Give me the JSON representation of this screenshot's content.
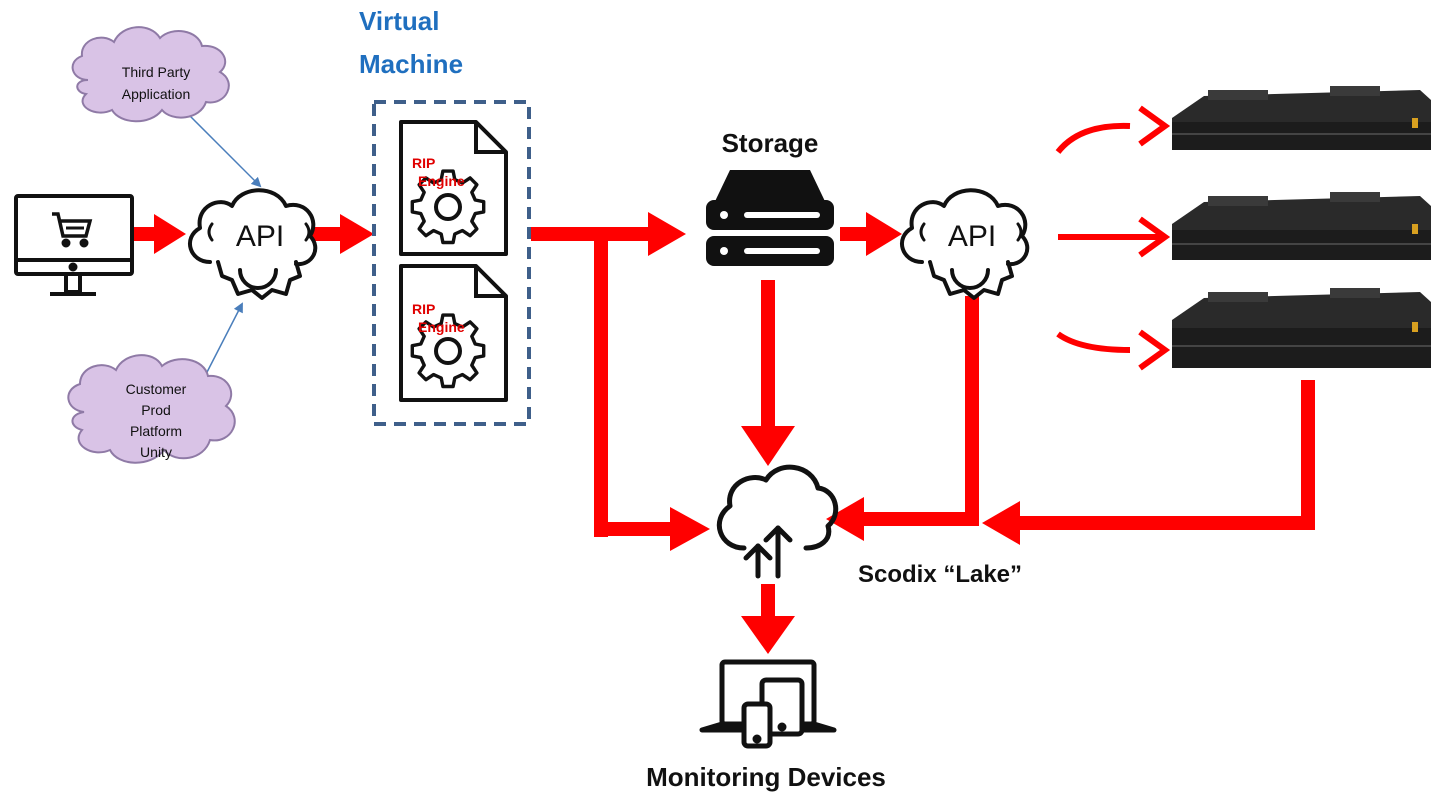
{
  "labels": {
    "virtual_machine_line1": "Virtual",
    "virtual_machine_line2": "Machine",
    "storage": "Storage",
    "lake": "Scodix “Lake”",
    "monitoring": "Monitoring Devices",
    "api_left": "API",
    "api_right": "API",
    "rip_top_line1": "RIP",
    "rip_top_line2": "Engine",
    "rip_bottom_line1": "RIP",
    "rip_bottom_line2": "Engine",
    "third_party_line1": "Third Party",
    "third_party_line2": "Application",
    "customer_line1": "Customer",
    "customer_line2": "Prod",
    "customer_line3": "Platform",
    "customer_line4": "Unity"
  },
  "colors": {
    "flow_arrow": "#ff0000",
    "title_blue": "#1f6fbf",
    "cloud_fill": "#d9c3e6",
    "cloud_stroke": "#8f7aa6",
    "vm_border": "#3e5f8a",
    "thin_arrow": "#4a7ebb",
    "rip_text": "#e00000"
  },
  "icons": {
    "computer": "shopping-cart-monitor-icon",
    "api": "api-cloud-gear-icon",
    "document": "gear-document-icon",
    "storage": "server-storage-icon",
    "cloud_upload": "cloud-upload-icon",
    "devices": "multi-device-icon",
    "printer": "press-printer-icon"
  }
}
